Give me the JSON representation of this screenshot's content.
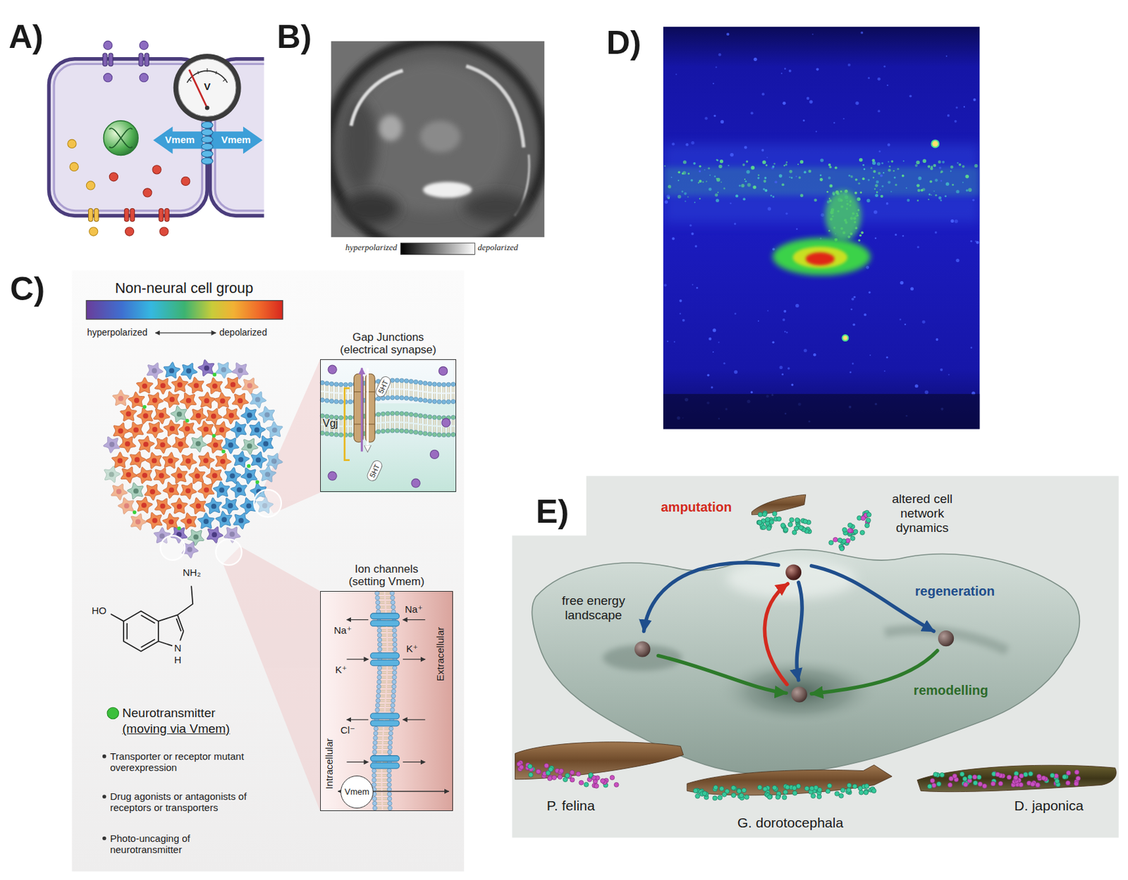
{
  "diagram": {
    "nodes": [
      {
        "text": [
          "Gap Junctions (electrical synapse)",
          "Vgj",
          "5HT",
          "5HT"
        ]
      },
      {
        "text": [
          "Ion channels (setting Vmem)",
          "Na⁺",
          "Na⁺",
          "K⁺",
          "K⁺",
          "Cl⁻",
          "Intracellular",
          "Extracellular"
        ]
      },
      {
        "text": [
          "Vmem"
        ],
        "in": 1
      }
    ],
    "labels": [
      "A)",
      "V",
      "Vmem",
      "Vmem",
      "B)",
      "hyperpolarized",
      "depolarized",
      "C)",
      "Non-neural cell group",
      "hyperpolarized",
      "depolarized",
      "HO",
      "NH₂",
      "N",
      "H",
      "Neurotransmitter",
      "(moving via Vmem)",
      "Transporter or receptor mutant overexpression",
      "Drug agonists or antagonists of receptors or transporters",
      "Photo-uncaging of neurotransmitter",
      "D)",
      "E)",
      "amputation",
      "altered cell network dynamics",
      "free energy landscape",
      "regeneration",
      "remodelling",
      "P. felina",
      "G. dorotocephala",
      "D. japonica"
    ]
  }
}
